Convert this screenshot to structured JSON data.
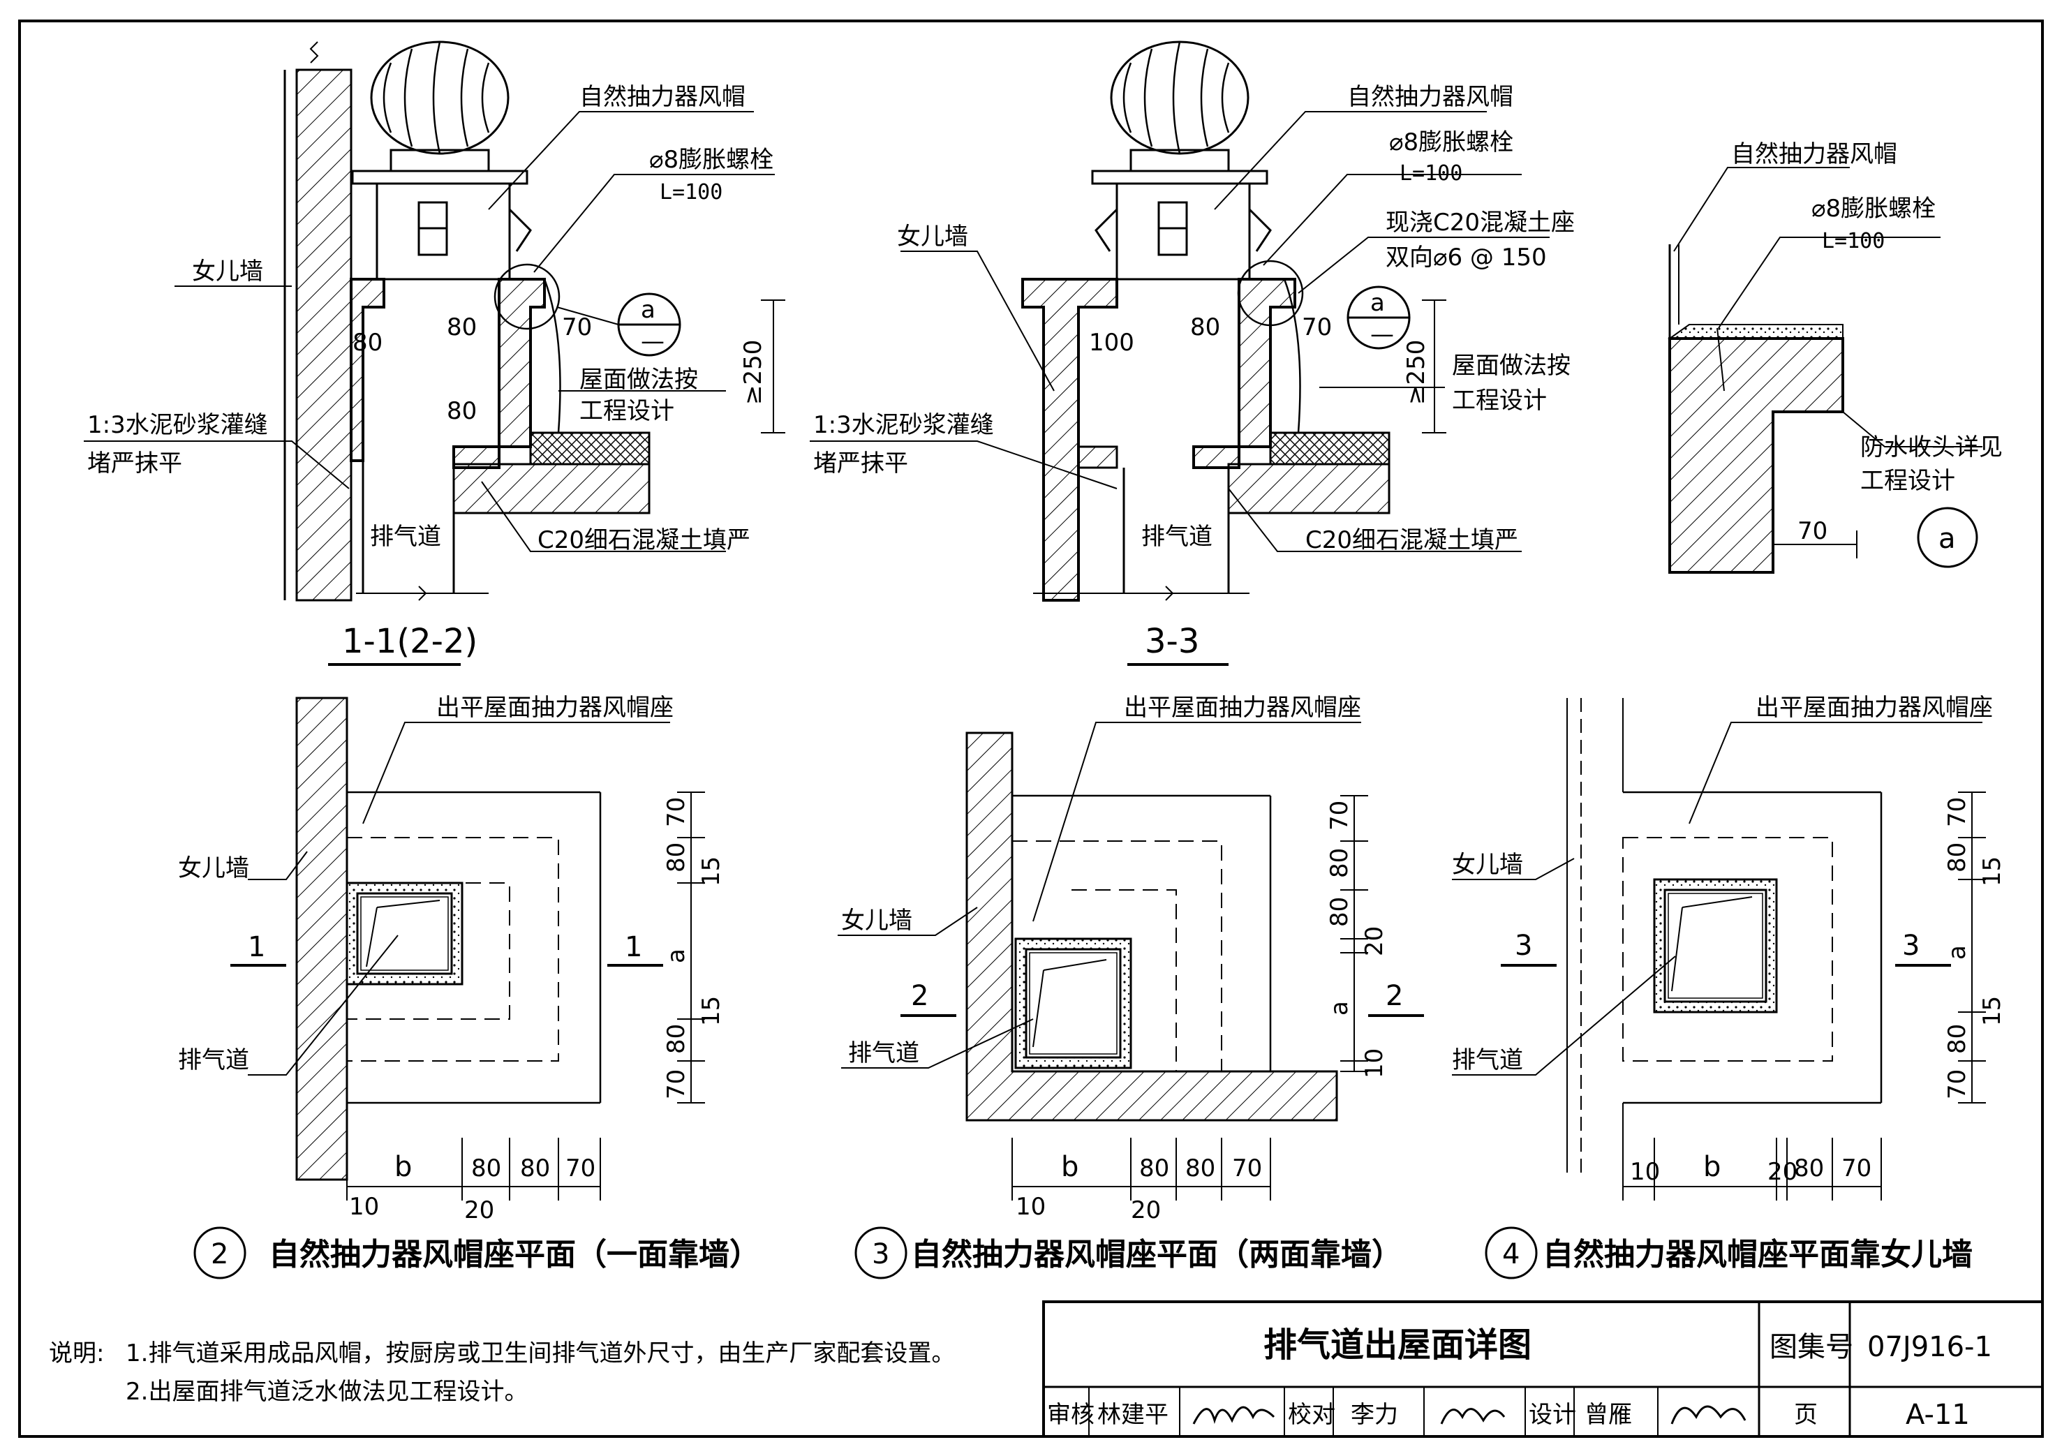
{
  "section_1": {
    "title": "1-1(2-2)",
    "cap": "自然抽力器风帽",
    "bolt": "⌀8膨胀螺栓",
    "bolt_len": "L=100",
    "parapet": "女儿墙",
    "grout_1": "1:3水泥砂浆灌缝",
    "grout_2": "堵严抹平",
    "roof_1": "屋面做法按",
    "roof_2": "工程设计",
    "duct": "排气道",
    "fill": "C20细石混凝土填严",
    "dim_80a": "80",
    "dim_80b": "80",
    "dim_80c": "80",
    "dim_70": "70",
    "dim_250": "≥250",
    "detail_ref": "a"
  },
  "section_3": {
    "title": "3-3",
    "cap": "自然抽力器风帽",
    "bolt": "⌀8膨胀螺栓",
    "bolt_len": "L=100",
    "concrete_1": "现浇C20混凝土座",
    "concrete_2": "双向⌀6 @ 150",
    "parapet": "女儿墙",
    "grout_1": "1:3水泥砂浆灌缝",
    "grout_2": "堵严抹平",
    "roof_1": "屋面做法按",
    "roof_2": "工程设计",
    "duct": "排气道",
    "fill": "C20细石混凝土填严",
    "dim_100": "100",
    "dim_80": "80",
    "dim_70": "70",
    "dim_250": "≥250",
    "detail_ref": "a"
  },
  "detail_a": {
    "cap": "自然抽力器风帽",
    "bolt": "⌀8膨胀螺栓",
    "bolt_len": "L=100",
    "water_1": "防水收头详见",
    "water_2": "工程设计",
    "dim_70": "70",
    "label": "a"
  },
  "plan_2": {
    "num": "2",
    "title": "自然抽力器风帽座平面（一面靠墙）",
    "seat": "出平屋面抽力器风帽座",
    "parapet": "女儿墙",
    "duct": "排气道",
    "cut": "1",
    "dims_v": [
      "70",
      "80",
      "15",
      "a",
      "15",
      "80",
      "70"
    ],
    "dims_h": [
      "b",
      "80",
      "80",
      "70"
    ],
    "dims_h2": [
      "10",
      "20"
    ]
  },
  "plan_3": {
    "num": "3",
    "title": "自然抽力器风帽座平面（两面靠墙）",
    "seat": "出平屋面抽力器风帽座",
    "parapet": "女儿墙",
    "duct": "排气道",
    "cut": "2",
    "dims_v": [
      "70",
      "80",
      "80",
      "20",
      "a",
      "10"
    ],
    "dims_h": [
      "b",
      "80",
      "80",
      "70"
    ],
    "dims_h2": [
      "10",
      "20"
    ]
  },
  "plan_4": {
    "num": "4",
    "title": "自然抽力器风帽座平面靠女儿墙",
    "seat": "出平屋面抽力器风帽座",
    "parapet": "女儿墙",
    "duct": "排气道",
    "cut": "3",
    "dims_v": [
      "70",
      "80",
      "15",
      "a",
      "15",
      "80",
      "70"
    ],
    "dims_h": [
      "10",
      "b",
      "20",
      "80",
      "70"
    ]
  },
  "notes": {
    "label": "说明:",
    "line1": "1.排气道采用成品风帽，按厨房或卫生间排气道外尺寸，由生产厂家配套设置。",
    "line2": "2.出屋面排气道泛水做法见工程设计。"
  },
  "title_block": {
    "drawing_title": "排气道出屋面详图",
    "atlas_label": "图集号",
    "atlas_no": "07J916-1",
    "review_label": "审核",
    "reviewer": "林建平",
    "check_label": "校对",
    "checker": "李力",
    "design_label": "设计",
    "designer": "曾雁",
    "page_label": "页",
    "page_no": "A-11"
  }
}
